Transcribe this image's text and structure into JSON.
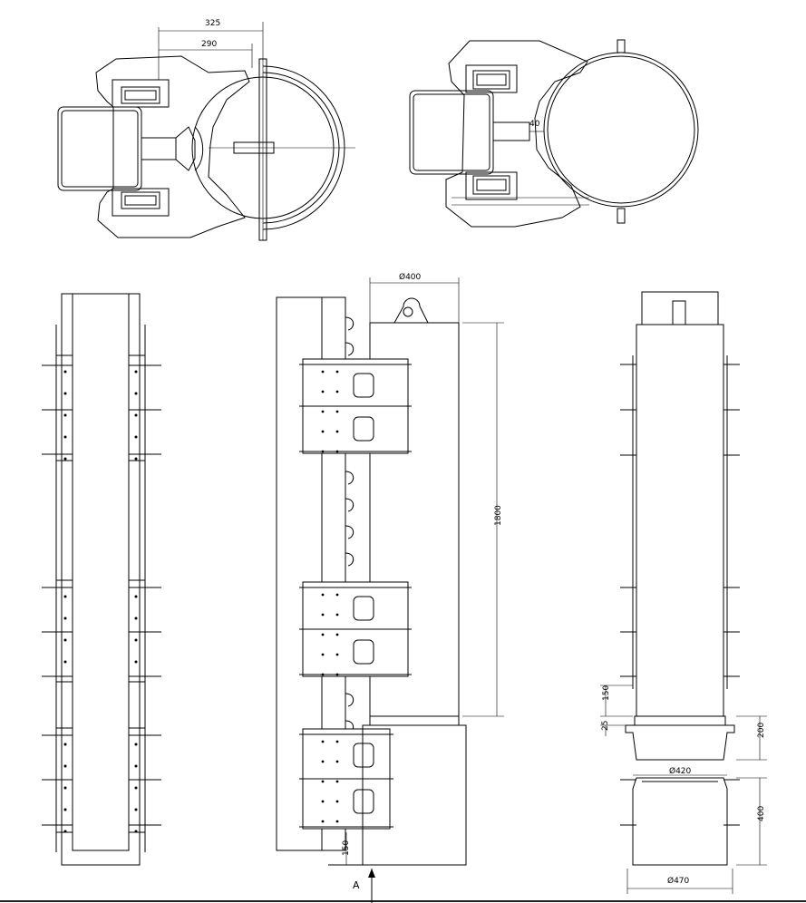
{
  "dimensions": {
    "top_width_outer": "325",
    "top_width_inner": "290",
    "gap_right_view": "40",
    "diameter_400": "Ø400",
    "height_1800": "1800",
    "height_150_left": "150",
    "height_150_right": "150",
    "height_25": "25",
    "height_200": "200",
    "height_400": "400",
    "diameter_420": "Ø420",
    "diameter_470": "Ø470"
  },
  "section_label": "A"
}
